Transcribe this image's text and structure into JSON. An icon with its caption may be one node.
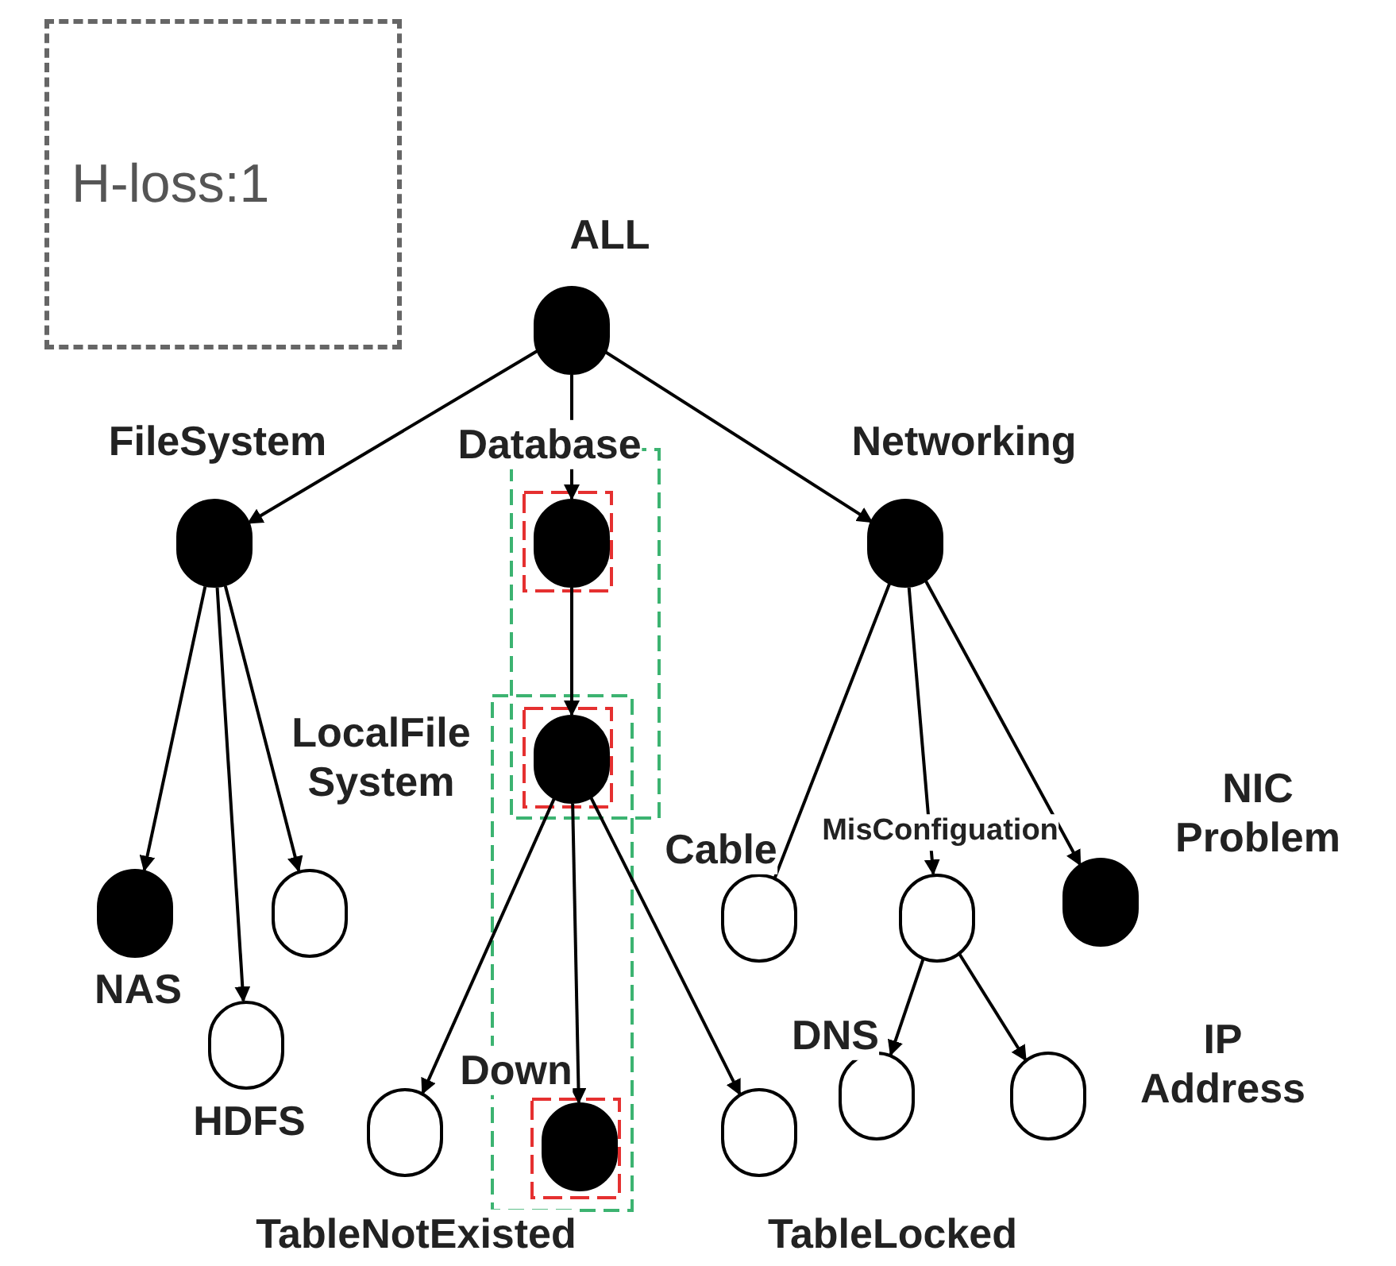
{
  "diagram": {
    "nodes": [
      {
        "text": [
          "H-loss:1"
        ]
      },
      {
        "text": [
          "ALL"
        ]
      },
      {
        "text": [
          "FileSystem"
        ]
      },
      {
        "text": [
          "Database"
        ]
      },
      {
        "text": [
          "Networking"
        ]
      },
      {
        "text": [
          "NAS"
        ]
      },
      {
        "text": [
          "HDFS"
        ]
      },
      {
        "text": [
          "LocalFile System"
        ]
      },
      {
        "text": [],
        "shape": "circle"
      },
      {
        "text": [
          "TableNotExisted"
        ]
      },
      {
        "text": [
          "Down"
        ]
      },
      {
        "text": [
          "TableLocked"
        ]
      },
      {
        "text": [
          "Cable"
        ]
      },
      {
        "text": [
          "MisConfiguation"
        ]
      },
      {
        "text": [
          "NIC Problem"
        ]
      },
      {
        "text": [
          "DNS"
        ]
      },
      {
        "text": [
          "IP Address"
        ]
      }
    ],
    "edges": [
      {
        "from": 1,
        "to": 2,
        "arrow": "to"
      },
      {
        "from": 1,
        "to": 3,
        "arrow": "to"
      },
      {
        "from": 1,
        "to": 4,
        "arrow": "to"
      },
      {
        "from": 2,
        "to": 5,
        "arrow": "to"
      },
      {
        "from": 2,
        "to": 6,
        "arrow": "to"
      },
      {
        "from": 2,
        "to": 7,
        "arrow": "to"
      },
      {
        "from": 3,
        "to": 8,
        "arrow": "to"
      },
      {
        "from": 8,
        "to": 9,
        "arrow": "to"
      },
      {
        "from": 8,
        "to": 10,
        "arrow": "to"
      },
      {
        "from": 8,
        "to": 11,
        "arrow": "to"
      },
      {
        "from": 4,
        "to": 12,
        "arrow": "none"
      },
      {
        "from": 4,
        "to": 13,
        "arrow": "to"
      },
      {
        "from": 4,
        "to": 14,
        "arrow": "to"
      },
      {
        "from": 13,
        "to": 15,
        "arrow": "to"
      },
      {
        "from": 13,
        "to": 16,
        "arrow": "to"
      }
    ]
  }
}
